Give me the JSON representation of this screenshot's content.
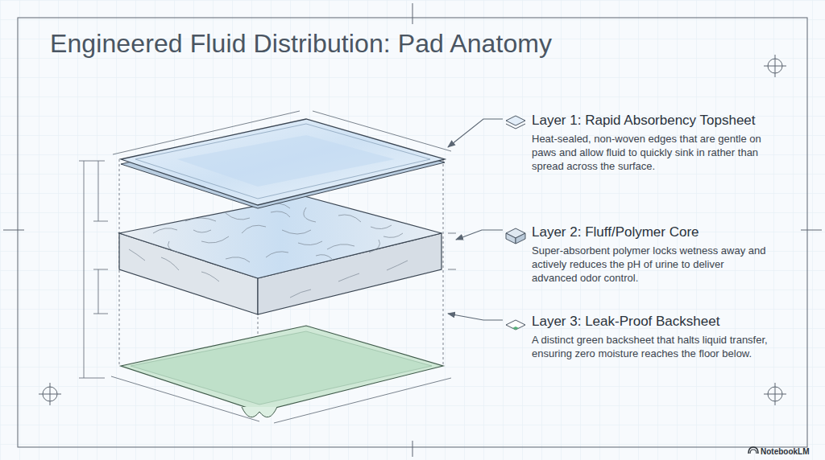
{
  "diagram": {
    "title": "Engineered Fluid Distribution: Pad Anatomy",
    "labels": [
      "Layer 1: Rapid Absorbency Topsheet",
      "Heat-sealed, non-woven edges that are gentle on paws and allow fluid to quickly sink in rather than spread across the surface.",
      "Layer 2: Fluff/Polymer Core",
      "Super-absorbent polymer locks wetness away and actively reduces the pH of urine to deliver advanced odor control.",
      "Layer 3: Leak-Proof Backsheet",
      "A distinct green backsheet that halts liquid transfer, ensuring zero moisture reaches the floor below.",
      "NotebookLM"
    ]
  }
}
